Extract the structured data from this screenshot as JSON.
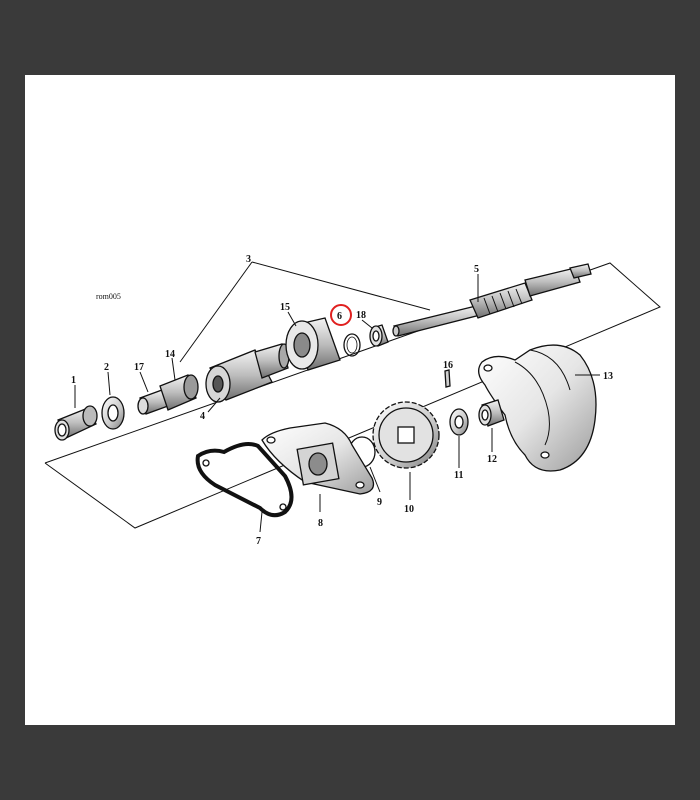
{
  "diagram": {
    "reference": "rom005",
    "highlight_color": "#e0201f",
    "highlighted_part": "6",
    "labels": {
      "p1": "1",
      "p2": "2",
      "p3": "3",
      "p4": "4",
      "p5": "5",
      "p6": "6",
      "p7": "7",
      "p8": "8",
      "p9": "9",
      "p10": "10",
      "p11": "11",
      "p12": "12",
      "p13": "13",
      "p14": "14",
      "p15": "15",
      "p16": "16",
      "p17": "17",
      "p18": "18"
    }
  }
}
